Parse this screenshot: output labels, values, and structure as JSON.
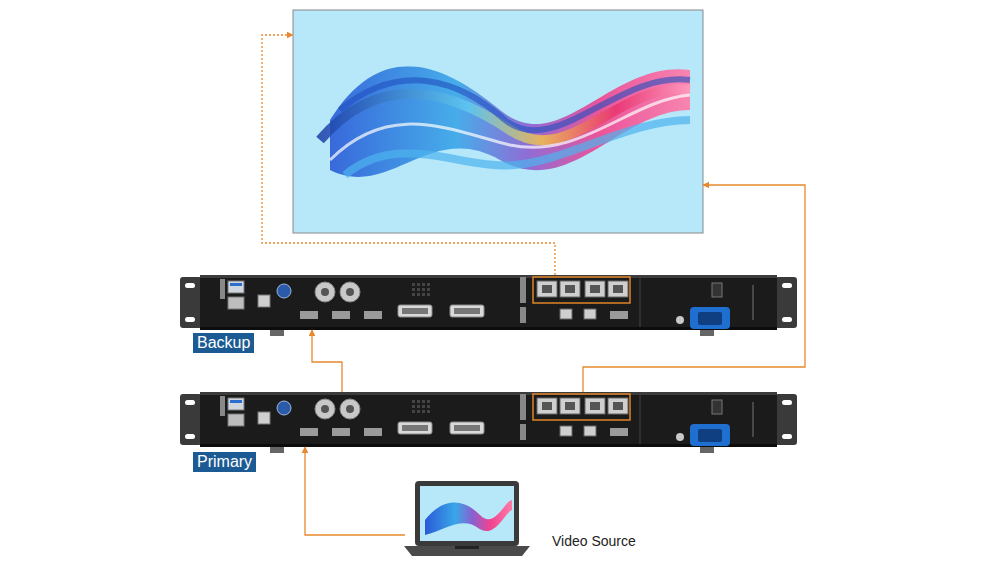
{
  "diagram": {
    "nodes": [
      {
        "text": []
      },
      {
        "text": [
          "Backup"
        ]
      },
      {
        "text": [
          "Primary"
        ]
      },
      {
        "text": [
          "Video Source"
        ]
      }
    ],
    "edges": [
      {
        "from": 3,
        "to": 2,
        "arrow": "to"
      },
      {
        "from": 2,
        "to": 1,
        "arrow": "to"
      },
      {
        "from": 2,
        "to": 0,
        "arrow": "to"
      },
      {
        "from": 1,
        "to": 0,
        "arrow": "to"
      }
    ]
  }
}
